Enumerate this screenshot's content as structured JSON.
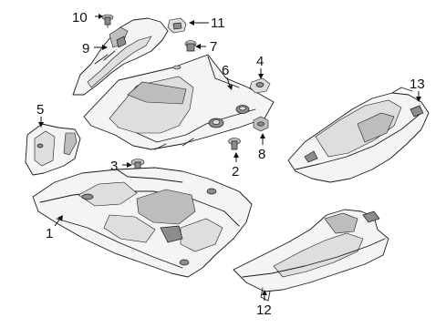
{
  "callouts": [
    {
      "id": "1",
      "text": "1"
    },
    {
      "id": "2",
      "text": "2"
    },
    {
      "id": "3",
      "text": "3"
    },
    {
      "id": "4",
      "text": "4"
    },
    {
      "id": "5",
      "text": "5"
    },
    {
      "id": "6",
      "text": "6"
    },
    {
      "id": "7",
      "text": "7"
    },
    {
      "id": "8",
      "text": "8"
    },
    {
      "id": "9",
      "text": "9"
    },
    {
      "id": "10",
      "text": "10"
    },
    {
      "id": "11",
      "text": "11"
    },
    {
      "id": "12",
      "text": "12"
    },
    {
      "id": "13",
      "text": "13"
    }
  ],
  "colors": {
    "line": "#1a1a1a",
    "shade_dark": "#8c8c8c",
    "shade_mid": "#bdbdbd",
    "shade_light": "#dedede",
    "background": "#ffffff"
  }
}
